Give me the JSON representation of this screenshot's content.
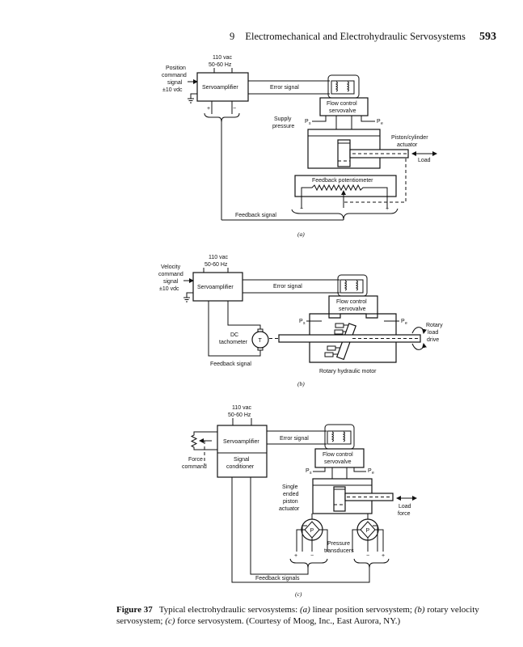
{
  "header": {
    "chapter_number": "9",
    "chapter_title": "Electromechanical and Electrohydraulic Servosystems",
    "page_number": "593"
  },
  "figure_a": {
    "power": [
      "110 vac",
      "50-60 Hz"
    ],
    "command": [
      "Position",
      "command",
      "signal",
      "±10 vdc"
    ],
    "servoamplifier": "Servoamplifier",
    "error_signal": "Error signal",
    "valve": [
      "Flow control",
      "servovalve"
    ],
    "supply": [
      "Supply",
      "pressure"
    ],
    "ps": "P",
    "ps_sub": "s",
    "pe": "P",
    "pe_sub": "e",
    "actuator": [
      "Piston/cylinder",
      "actuator"
    ],
    "load": "Load",
    "potentiometer": "Feedback potentiometer",
    "plus": "+",
    "minus": "−",
    "feedback": "Feedback signal",
    "label": "(a)"
  },
  "figure_b": {
    "power": [
      "110 vac",
      "50-60 Hz"
    ],
    "command": [
      "Velocity",
      "command",
      "signal",
      "±10 vdc"
    ],
    "servoamplifier": "Servoamplifier",
    "error_signal": "Error signal",
    "valve": [
      "Flow control",
      "servovalve"
    ],
    "ps": "P",
    "ps_sub": "s",
    "pe": "P",
    "pe_sub": "e",
    "tachometer": [
      "DC",
      "tachometer"
    ],
    "tach_symbol": "T",
    "drive": [
      "Rotary",
      "load",
      "drive"
    ],
    "motor": "Rotary hydraulic motor",
    "feedback": "Feedback signal",
    "label": "(b)"
  },
  "figure_c": {
    "power": [
      "110 vac",
      "50-60 Hz"
    ],
    "servoamplifier": "Servoamplifier",
    "conditioner": [
      "Signal",
      "conditioner"
    ],
    "command": [
      "Force",
      "command"
    ],
    "error_signal": "Error signal",
    "valve": [
      "Flow control",
      "servovalve"
    ],
    "ps": "P",
    "ps_sub": "s",
    "pe": "P",
    "pe_sub": "e",
    "actuator": [
      "Single",
      "ended",
      "piston",
      "actuator"
    ],
    "load": [
      "Load",
      "force"
    ],
    "transducer_symbol": "P",
    "transducers": [
      "Pressure",
      "transducers"
    ],
    "plus": "+",
    "minus": "−",
    "feedback": "Feedback signals",
    "label": "(c)"
  },
  "caption": {
    "figure_label": "Figure 37",
    "text_1": "Typical electrohydraulic servosystems: ",
    "a": "(a)",
    "text_2": " linear position servosystem; ",
    "b": "(b)",
    "text_3": " rotary velocity servosystem; ",
    "c": "(c)",
    "text_4": " force servosystem. (Courtesy of Moog, Inc., East Aurora, NY.)"
  }
}
